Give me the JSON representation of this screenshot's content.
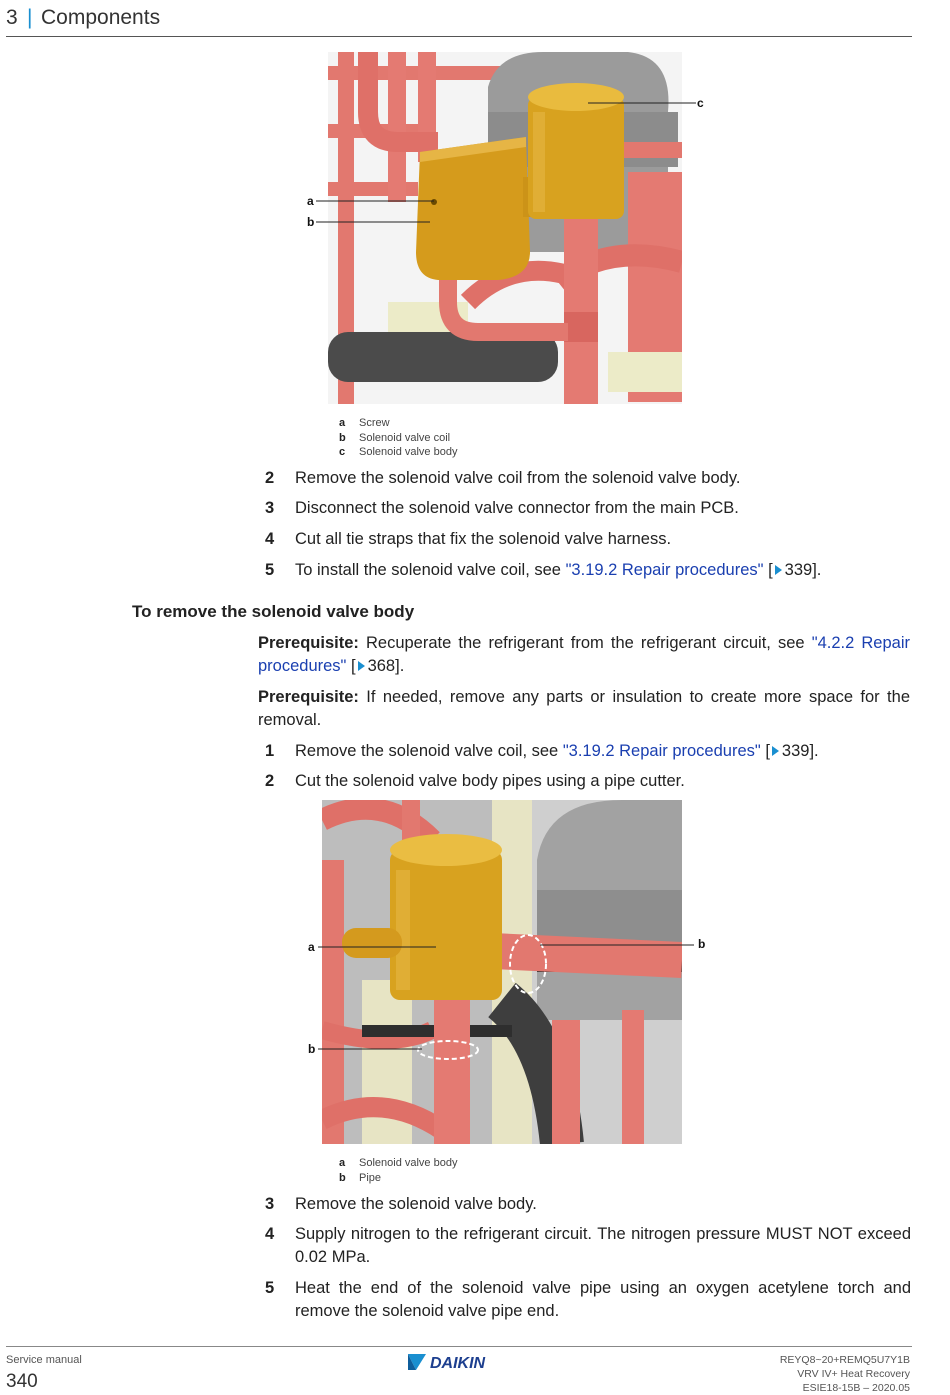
{
  "header": {
    "chapter_number": "3",
    "separator": "|",
    "chapter_title": "Components"
  },
  "figure1": {
    "callouts": {
      "a": "a",
      "b": "b",
      "c": "c"
    },
    "legend": [
      {
        "key": "a",
        "label": "Screw"
      },
      {
        "key": "b",
        "label": "Solenoid valve coil"
      },
      {
        "key": "c",
        "label": "Solenoid valve body"
      }
    ]
  },
  "steps_coil": [
    {
      "num": "2",
      "text": "Remove the solenoid valve coil from the solenoid valve body."
    },
    {
      "num": "3",
      "text": "Disconnect the solenoid valve connector from the main PCB."
    },
    {
      "num": "4",
      "text": "Cut all tie straps that fix the solenoid valve harness."
    },
    {
      "num": "5",
      "pre": "To install the solenoid valve coil, see ",
      "link": "\"3.19.2 Repair procedures\"",
      "open": " [",
      "page": "339",
      "close": "]."
    }
  ],
  "section": {
    "title": "To remove the solenoid valve body"
  },
  "prereq1": {
    "label": "Prerequisite:",
    "text": " Recuperate the refrigerant from the refrigerant circuit, see ",
    "link": "\"4.2.2 Repair procedures\"",
    "open": " [",
    "page": "368",
    "close": "]."
  },
  "prereq2": {
    "label": "Prerequisite:",
    "text": " If needed, remove any parts or insulation to create more space for the removal."
  },
  "steps_body_a": [
    {
      "num": "1",
      "pre": "Remove the solenoid valve coil, see ",
      "link": "\"3.19.2 Repair procedures\"",
      "open": " [",
      "page": "339",
      "close": "]."
    },
    {
      "num": "2",
      "text": "Cut the solenoid valve body pipes using a pipe cutter."
    }
  ],
  "figure2": {
    "callouts": {
      "a": "a",
      "b1": "b",
      "b2": "b"
    },
    "legend": [
      {
        "key": "a",
        "label": "Solenoid valve body"
      },
      {
        "key": "b",
        "label": "Pipe"
      }
    ]
  },
  "steps_body_b": [
    {
      "num": "3",
      "text": "Remove the solenoid valve body."
    },
    {
      "num": "4",
      "text": "Supply nitrogen to the refrigerant circuit. The nitrogen pressure MUST NOT exceed 0.02 MPa."
    },
    {
      "num": "5",
      "text": "Heat the end of the solenoid valve pipe using an oxygen acetylene torch and remove the solenoid valve pipe end."
    }
  ],
  "footer": {
    "left_label": "Service manual",
    "page_number": "340",
    "brand": "DAIKIN",
    "model": "REYQ8~20+REMQ5U7Y1B",
    "series": "VRV IV+ Heat Recovery",
    "doc_ref": "ESIE18-15B – 2020.05"
  },
  "colors": {
    "accent": "#1a8fd0",
    "link": "#1a3fb0",
    "pipe": "#e0706a",
    "valve_body": "#d8a21f",
    "compressor": "#8a8a8a"
  }
}
